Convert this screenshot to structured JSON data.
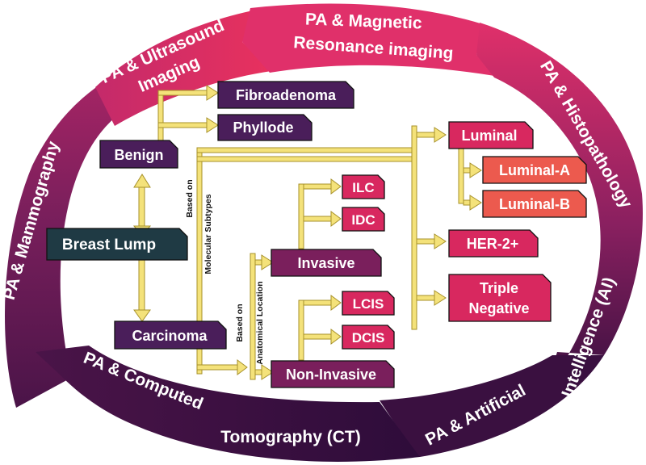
{
  "colors": {
    "ring_pink": "#e0306a",
    "ring_plum": "#7a1f5c",
    "ring_dark": "#3a1040",
    "box_dark": "#1f3a44",
    "box_purple": "#4a1e5a",
    "box_plum": "#7a1f5c",
    "box_pink": "#d8285f",
    "box_salmon": "#ec5a4e",
    "connector": "#f4e27a"
  },
  "ring": {
    "mammography": "PA & Mammography",
    "ultrasound_line1": "PA & Ultrasound",
    "ultrasound_line2": "Imaging",
    "mri_line1": "PA & Magnetic",
    "mri_line2": "Resonance imaging",
    "histopathology": "PA & Histopathology",
    "ai_right": "Intelligence (AI)",
    "ai_left": "PA & Artificial",
    "ct_line1": "PA & Computed",
    "ct_line2": "Tomography (CT)"
  },
  "nodes": {
    "breast_lump": "Breast  Lump",
    "benign": "Benign",
    "carcinoma": "Carcinoma",
    "fibroadenoma": "Fibroadenoma",
    "phyllode": "Phyllode",
    "invasive": "Invasive",
    "non_invasive": "Non-Invasive",
    "ilc": "ILC",
    "idc": "IDC",
    "lcis": "LCIS",
    "dcis": "DCIS",
    "luminal": "Luminal",
    "luminal_a": "Luminal-A",
    "luminal_b": "Luminal-B",
    "her2": "HER-2+",
    "triple_line1": "Triple",
    "triple_line2": "Negative"
  },
  "labels": {
    "based_on_1": "Based on",
    "molecular_subtypes": "Molecular Subtypes",
    "based_on_2": "Based on",
    "anatomical_location": "Anatomical Location"
  }
}
